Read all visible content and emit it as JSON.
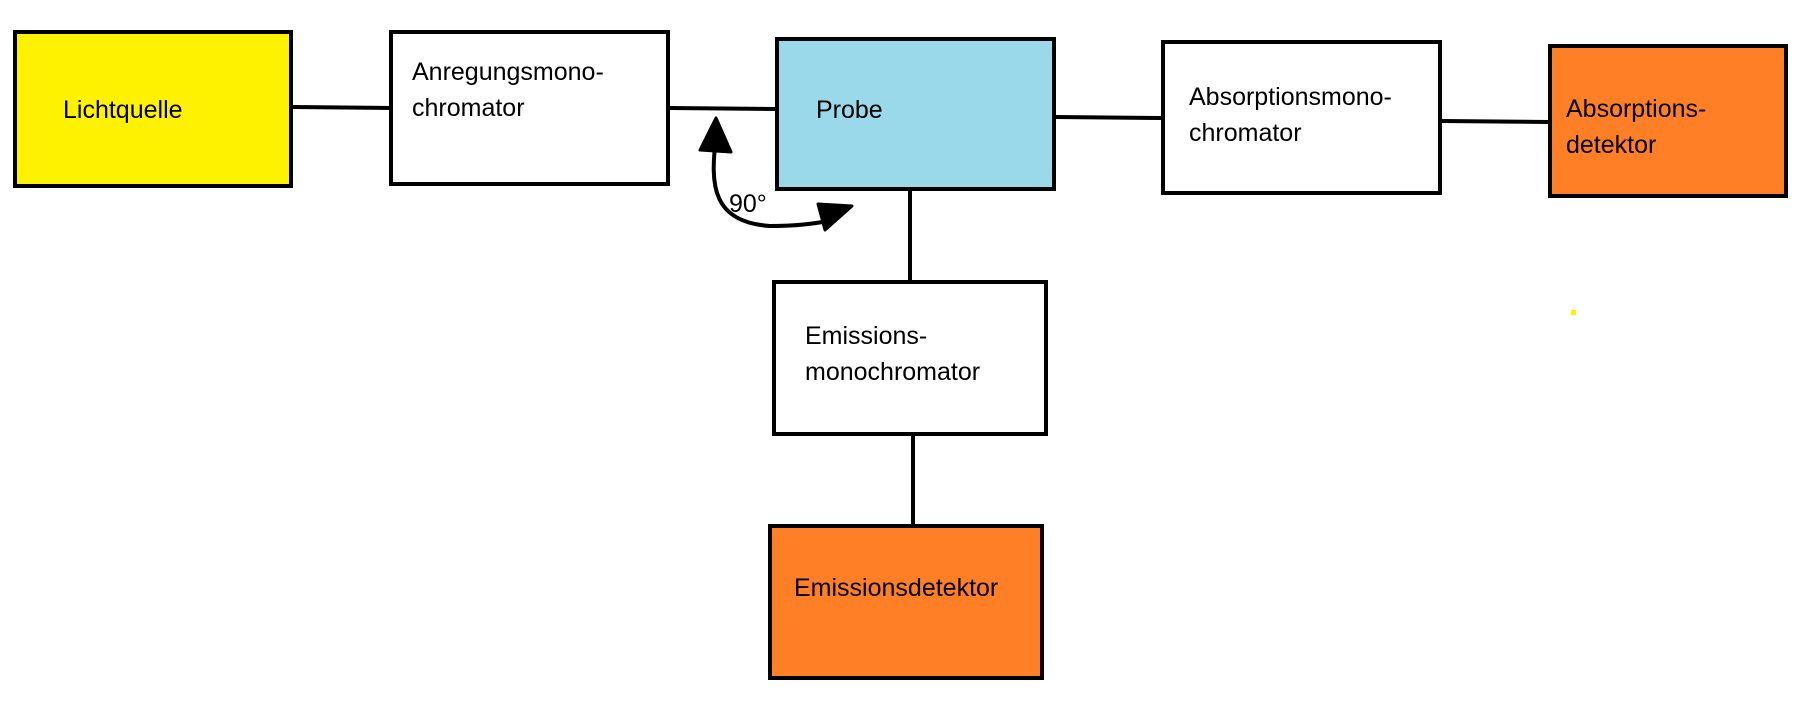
{
  "colors": {
    "source": "#FFF200",
    "sample": "#99D9EA",
    "detector": "#FF7F27",
    "monochromator": "#FFFFFF",
    "line": "#000000"
  },
  "boxes": {
    "lichtquelle": {
      "lines": [
        "Lichtquelle"
      ],
      "color": "#FFF200"
    },
    "anregung": {
      "lines": [
        "Anregungsmono-",
        "chromator"
      ],
      "color": "#FFFFFF"
    },
    "probe": {
      "lines": [
        "Probe"
      ],
      "color": "#99D9EA"
    },
    "absorptionsmono": {
      "lines": [
        "Absorptionsmono-",
        "chromator"
      ],
      "color": "#FFFFFF"
    },
    "absorptionsdetektor": {
      "lines": [
        "Absorptions-",
        "detektor"
      ],
      "color": "#FF7F27"
    },
    "emissionsmono": {
      "lines": [
        "Emissions-",
        "monochromator"
      ],
      "color": "#FFFFFF"
    },
    "emissionsdetektor": {
      "lines": [
        "Emissionsdetektor"
      ],
      "color": "#FF7F27"
    }
  },
  "angle_label": "90°"
}
